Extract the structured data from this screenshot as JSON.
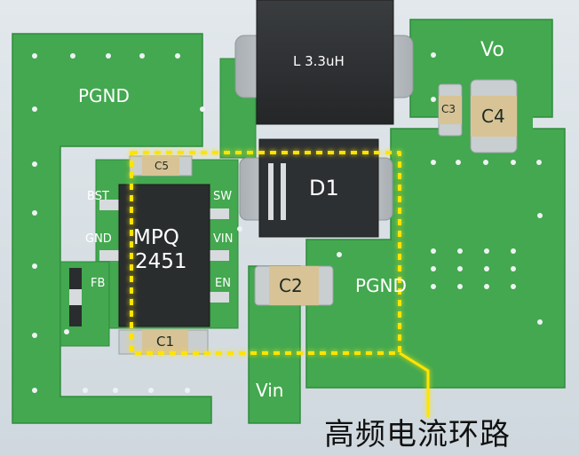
{
  "labels": {
    "pgnd_left": "PGND",
    "pgnd_right": "PGND",
    "vo": "Vo",
    "vin": "Vin",
    "inductor": "L 3.3uH",
    "diode": "D1",
    "ic_line1": "MPQ",
    "ic_line2": "2451",
    "c1": "C1",
    "c2": "C2",
    "c3": "C3",
    "c4": "C4",
    "c5": "C5",
    "pin_bst": "BST",
    "pin_gnd": "GND",
    "pin_fb": "FB",
    "pin_sw": "SW",
    "pin_vin": "VIN",
    "pin_en": "EN"
  },
  "caption": "高频电流环路",
  "colors": {
    "copper": "#43a84f",
    "copper_edge": "#2f8c3c",
    "loop": "#ffe400",
    "chip": "#2a2d2e",
    "cap_body": "#d8c396",
    "cap_end": "#c9ced1"
  }
}
